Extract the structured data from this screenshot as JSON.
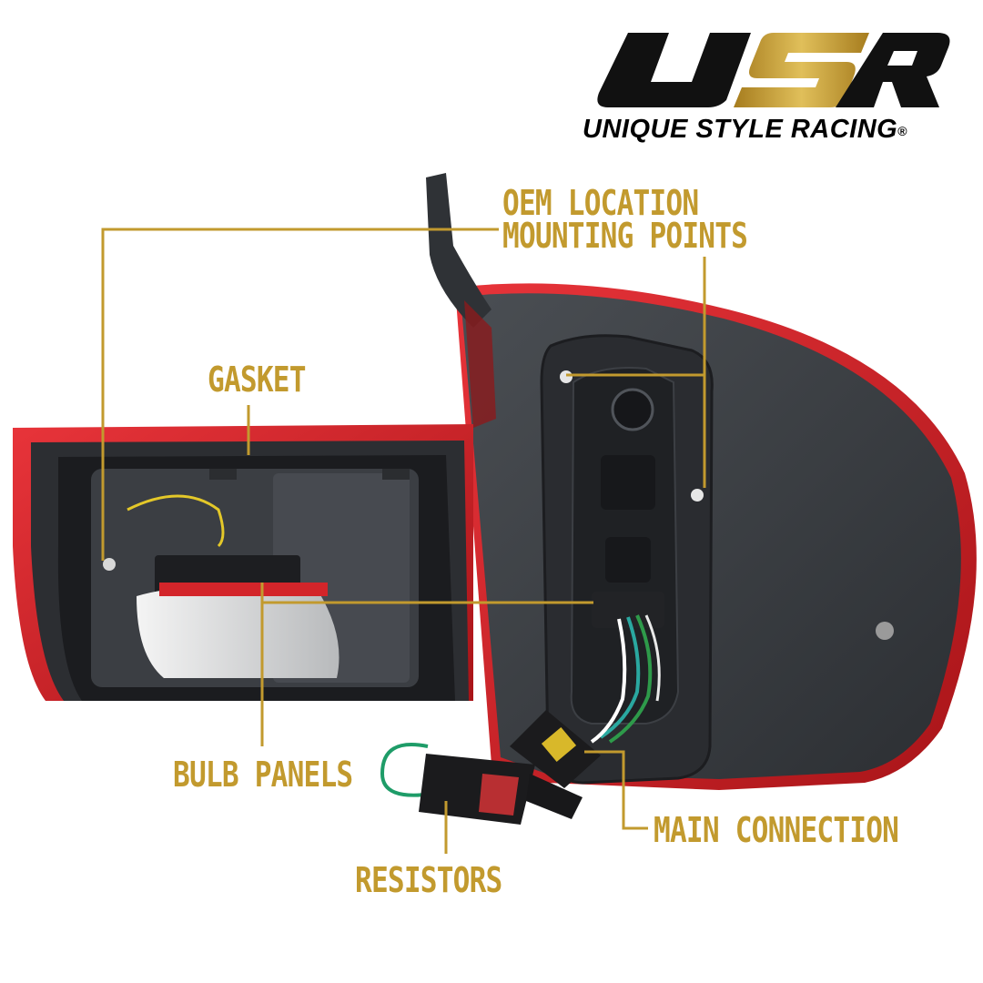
{
  "brand": {
    "logo_letters": "USR",
    "name": "UNIQUE STYLE RACING",
    "registered_mark": "®",
    "colors": {
      "primary": "#111111",
      "accent": "#c29a2e"
    }
  },
  "callouts": {
    "oem_line1": "OEM LOCATION",
    "oem_line2": "MOUNTING POINTS",
    "gasket": "GASKET",
    "bulb_panels": "BULB PANELS",
    "resistors": "RESISTORS",
    "main_connection": "MAIN CONNECTION",
    "color": "#c29a2e"
  },
  "product": {
    "housing_color": "#3a3d41",
    "lens_color": "#d3252a"
  }
}
